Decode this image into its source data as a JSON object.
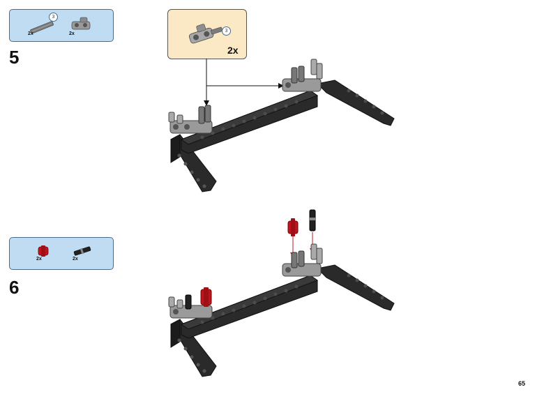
{
  "step5": {
    "number": "5",
    "parts": [
      {
        "name": "axle",
        "qty": "2x",
        "length": "3"
      },
      {
        "name": "connector",
        "qty": "2x"
      }
    ],
    "callout": {
      "qty": "2x",
      "length": "3"
    }
  },
  "step6": {
    "number": "6",
    "parts": [
      {
        "name": "red-bushing",
        "qty": "2x"
      },
      {
        "name": "axle-pin",
        "qty": "2x"
      }
    ]
  },
  "page_number": "65",
  "colors": {
    "parts_box_bg": "#bfdcf3",
    "callout_bg": "#fbe8c4",
    "beam": "#2a2a2a",
    "grey_part": "#9a9a9a",
    "red_part": "#c0141c"
  }
}
